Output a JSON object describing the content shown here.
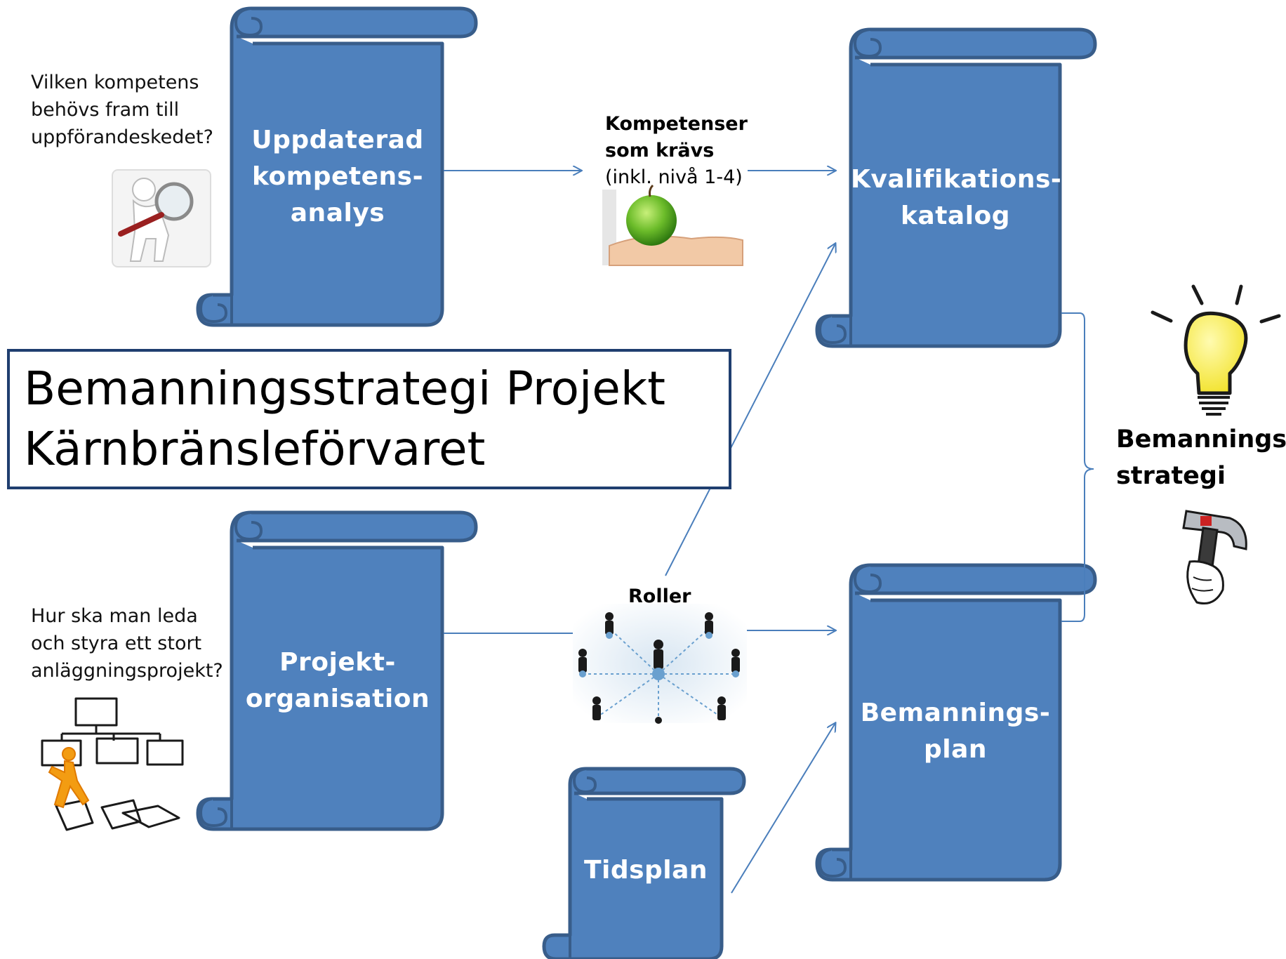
{
  "title": {
    "line1": "Bemanningsstrategi Projekt",
    "line2": "Kärnbränsleförvaret"
  },
  "scrolls": {
    "analys": [
      "Uppdaterad",
      "kompetens-",
      "analys"
    ],
    "katalog": [
      "Kvalifikations-",
      "katalog"
    ],
    "organisation": [
      "Projekt-",
      "organisation"
    ],
    "bemanningsplan": [
      "Bemannings-",
      "plan"
    ],
    "tidsplan": [
      "Tidsplan"
    ]
  },
  "notes": {
    "question1": [
      "Vilken kompetens",
      "behövs fram till",
      "uppförandeskedet?"
    ],
    "question2": [
      "Hur ska man leda",
      "och styra ett stort",
      "anläggningsprojekt?"
    ]
  },
  "labels": {
    "kompetenser": [
      "Kompetenser",
      "som krävs"
    ],
    "kompetenser_sub": "(inkl. nivå 1-4)",
    "roller": "Roller",
    "strategi": [
      "Bemannings-",
      "strategi"
    ]
  },
  "colors": {
    "scroll_fill": "#4f81bd",
    "scroll_stroke": "#385d8a",
    "arrow": "#4a7ebb",
    "title_border": "#1f3e6f",
    "bulb": "#f6ea3f"
  },
  "icons": [
    "magnifier-figure-icon",
    "apple-hand-icon",
    "roles-network-icon",
    "org-chart-icon",
    "lightbulb-icon",
    "hammer-icon"
  ]
}
